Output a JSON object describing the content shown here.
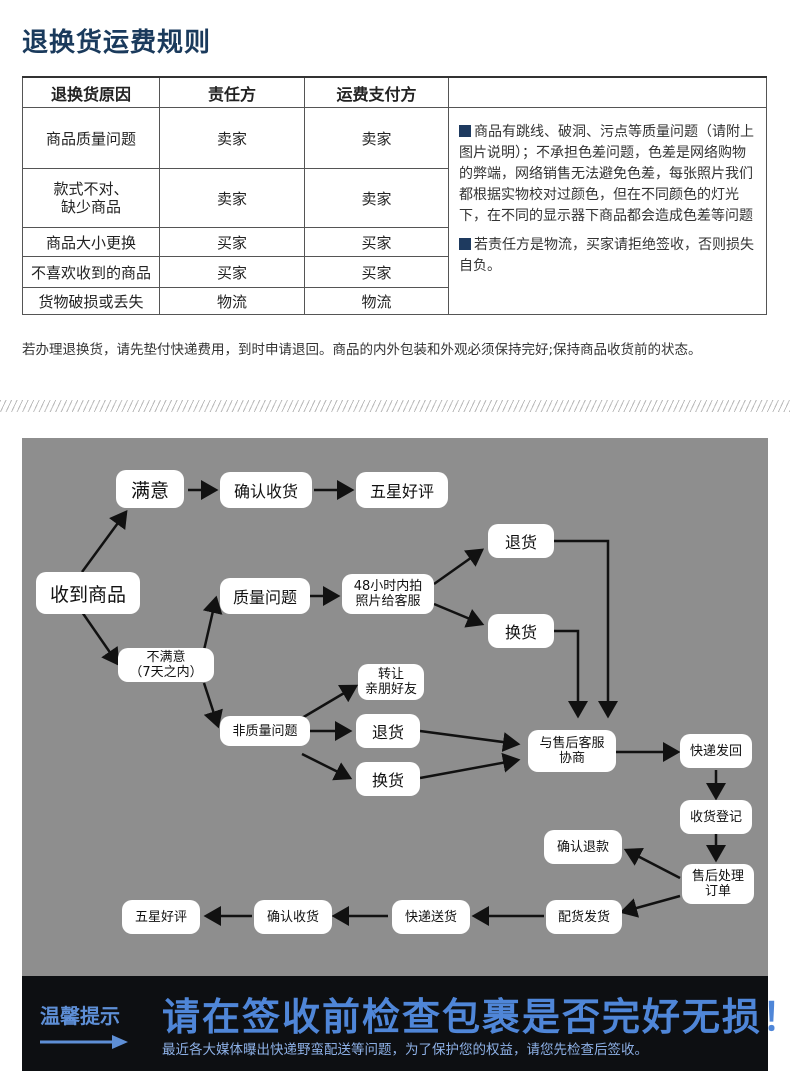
{
  "title": "退换货运费规则",
  "table": {
    "headers": [
      "退换货原因",
      "责任方",
      "运费支付方",
      ""
    ],
    "rows": [
      {
        "reason": "商品质量问题",
        "responsible": "卖家",
        "payer": "卖家"
      },
      {
        "reason": "款式不对、\n缺少商品",
        "responsible": "卖家",
        "payer": "卖家"
      },
      {
        "reason": "商品大小更换",
        "responsible": "买家",
        "payer": "买家"
      },
      {
        "reason": "不喜欢收到的商品",
        "responsible": "买家",
        "payer": "买家"
      },
      {
        "reason": "货物破损或丢失",
        "responsible": "物流",
        "payer": "物流"
      }
    ],
    "note1": "商品有跳线、破洞、污点等质量问题（请附上图片说明）；不承担色差问题，色差是网络购物的弊端，网络销售无法避免色差，每张照片我们都根据实物校对过颜色，但在不同颜色的灯光下，在不同的显示器下商品都会造成色差等问题",
    "note2": "若责任方是物流，买家请拒绝签收，否则损失自负。"
  },
  "footnote": "若办理退换货，请先垫付快递费用，到时申请退回。商品的内外包装和外观必须保持完好;保持商品收货前的状态。",
  "flow": {
    "receive": "收到商品",
    "satisfied": "满意",
    "confirm_receipt_top": "确认收货",
    "five_star_top": "五星好评",
    "unsatisfied": "不满意\n（7天之内）",
    "quality_issue": "质量问题",
    "photo_48h": "48小时内拍\n照片给客服",
    "return_top": "退货",
    "exchange_top": "换货",
    "non_quality_issue": "非质量问题",
    "transfer_friend": "转让\n亲朋好友",
    "return_mid": "退货",
    "exchange_mid": "换货",
    "negotiate": "与售后客服\n协商",
    "express_return": "快递发回",
    "receipt_register": "收货登记",
    "aftersale_order": "售后处理\n订单",
    "confirm_refund": "确认退款",
    "ship_goods": "配货发货",
    "express_delivery": "快递送货",
    "confirm_receipt_bottom": "确认收货",
    "five_star_bottom": "五星好评"
  },
  "banner": {
    "tips": "温馨提示",
    "headline": "请在签收前检查包裹是否完好无损！",
    "sub": "最近各大媒体曝出快递野蛮配送等问题，为了保护您的权益，请您先检查后签收。"
  },
  "colors": {
    "title": "#1a3a5c",
    "flow_bg": "#8e8e8e",
    "banner_bg": "#0d0f12",
    "banner_text": "#4f86d8",
    "note_square": "#1e3a5f"
  }
}
